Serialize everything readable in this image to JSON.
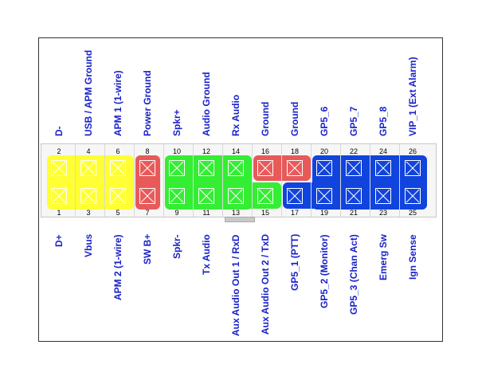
{
  "colors": {
    "label": "#1a22c8",
    "yellow": "#ffff33",
    "red": "#e85a5a",
    "green": "#33ee33",
    "blue": "#1144dd"
  },
  "pins": [
    {
      "num": "1",
      "label": "D+",
      "row": "bottom",
      "col": 0,
      "zone": "yellow"
    },
    {
      "num": "2",
      "label": "D-",
      "row": "top",
      "col": 0,
      "zone": "yellow"
    },
    {
      "num": "3",
      "label": "Vbus",
      "row": "bottom",
      "col": 1,
      "zone": "yellow"
    },
    {
      "num": "4",
      "label": "USB / APM Ground",
      "row": "top",
      "col": 1,
      "zone": "yellow"
    },
    {
      "num": "5",
      "label": "APM 2 (1-wire)",
      "row": "bottom",
      "col": 2,
      "zone": "yellow"
    },
    {
      "num": "6",
      "label": "APM 1 (1-wire)",
      "row": "top",
      "col": 2,
      "zone": "yellow"
    },
    {
      "num": "7",
      "label": "SW B+",
      "row": "bottom",
      "col": 3,
      "zone": "red"
    },
    {
      "num": "8",
      "label": "Power Ground",
      "row": "top",
      "col": 3,
      "zone": "red"
    },
    {
      "num": "9",
      "label": "Spkr-",
      "row": "bottom",
      "col": 4,
      "zone": "green"
    },
    {
      "num": "10",
      "label": "Spkr+",
      "row": "top",
      "col": 4,
      "zone": "green"
    },
    {
      "num": "11",
      "label": "Tx Audio",
      "row": "bottom",
      "col": 5,
      "zone": "green"
    },
    {
      "num": "12",
      "label": "Audio Ground",
      "row": "top",
      "col": 5,
      "zone": "green"
    },
    {
      "num": "13",
      "label": "Aux Audio Out 1 / RxD",
      "row": "bottom",
      "col": 6,
      "zone": "green"
    },
    {
      "num": "14",
      "label": "Rx Audio",
      "row": "top",
      "col": 6,
      "zone": "green"
    },
    {
      "num": "15",
      "label": "Aux Audio Out 2 / TxD",
      "row": "bottom",
      "col": 7,
      "zone": "green"
    },
    {
      "num": "16",
      "label": "Ground",
      "row": "top",
      "col": 7,
      "zone": "red"
    },
    {
      "num": "17",
      "label": "GP5_1 (PTT)",
      "row": "bottom",
      "col": 8,
      "zone": "blue"
    },
    {
      "num": "18",
      "label": "Ground",
      "row": "top",
      "col": 8,
      "zone": "red"
    },
    {
      "num": "19",
      "label": "GP5_2 (Monitor)",
      "row": "bottom",
      "col": 9,
      "zone": "blue"
    },
    {
      "num": "20",
      "label": "GP5_6",
      "row": "top",
      "col": 9,
      "zone": "blue"
    },
    {
      "num": "21",
      "label": "GP5_3 (Chan Act)",
      "row": "bottom",
      "col": 10,
      "zone": "blue"
    },
    {
      "num": "22",
      "label": "GP5_7",
      "row": "top",
      "col": 10,
      "zone": "blue"
    },
    {
      "num": "23",
      "label": "Emerg Sw",
      "row": "bottom",
      "col": 11,
      "zone": "blue"
    },
    {
      "num": "24",
      "label": "GP5_8",
      "row": "top",
      "col": 11,
      "zone": "blue"
    },
    {
      "num": "25",
      "label": "Ign Sense",
      "row": "bottom",
      "col": 12,
      "zone": "blue"
    },
    {
      "num": "26",
      "label": "VIP_1 (Ext Alarm)",
      "row": "top",
      "col": 12,
      "zone": "blue"
    }
  ]
}
